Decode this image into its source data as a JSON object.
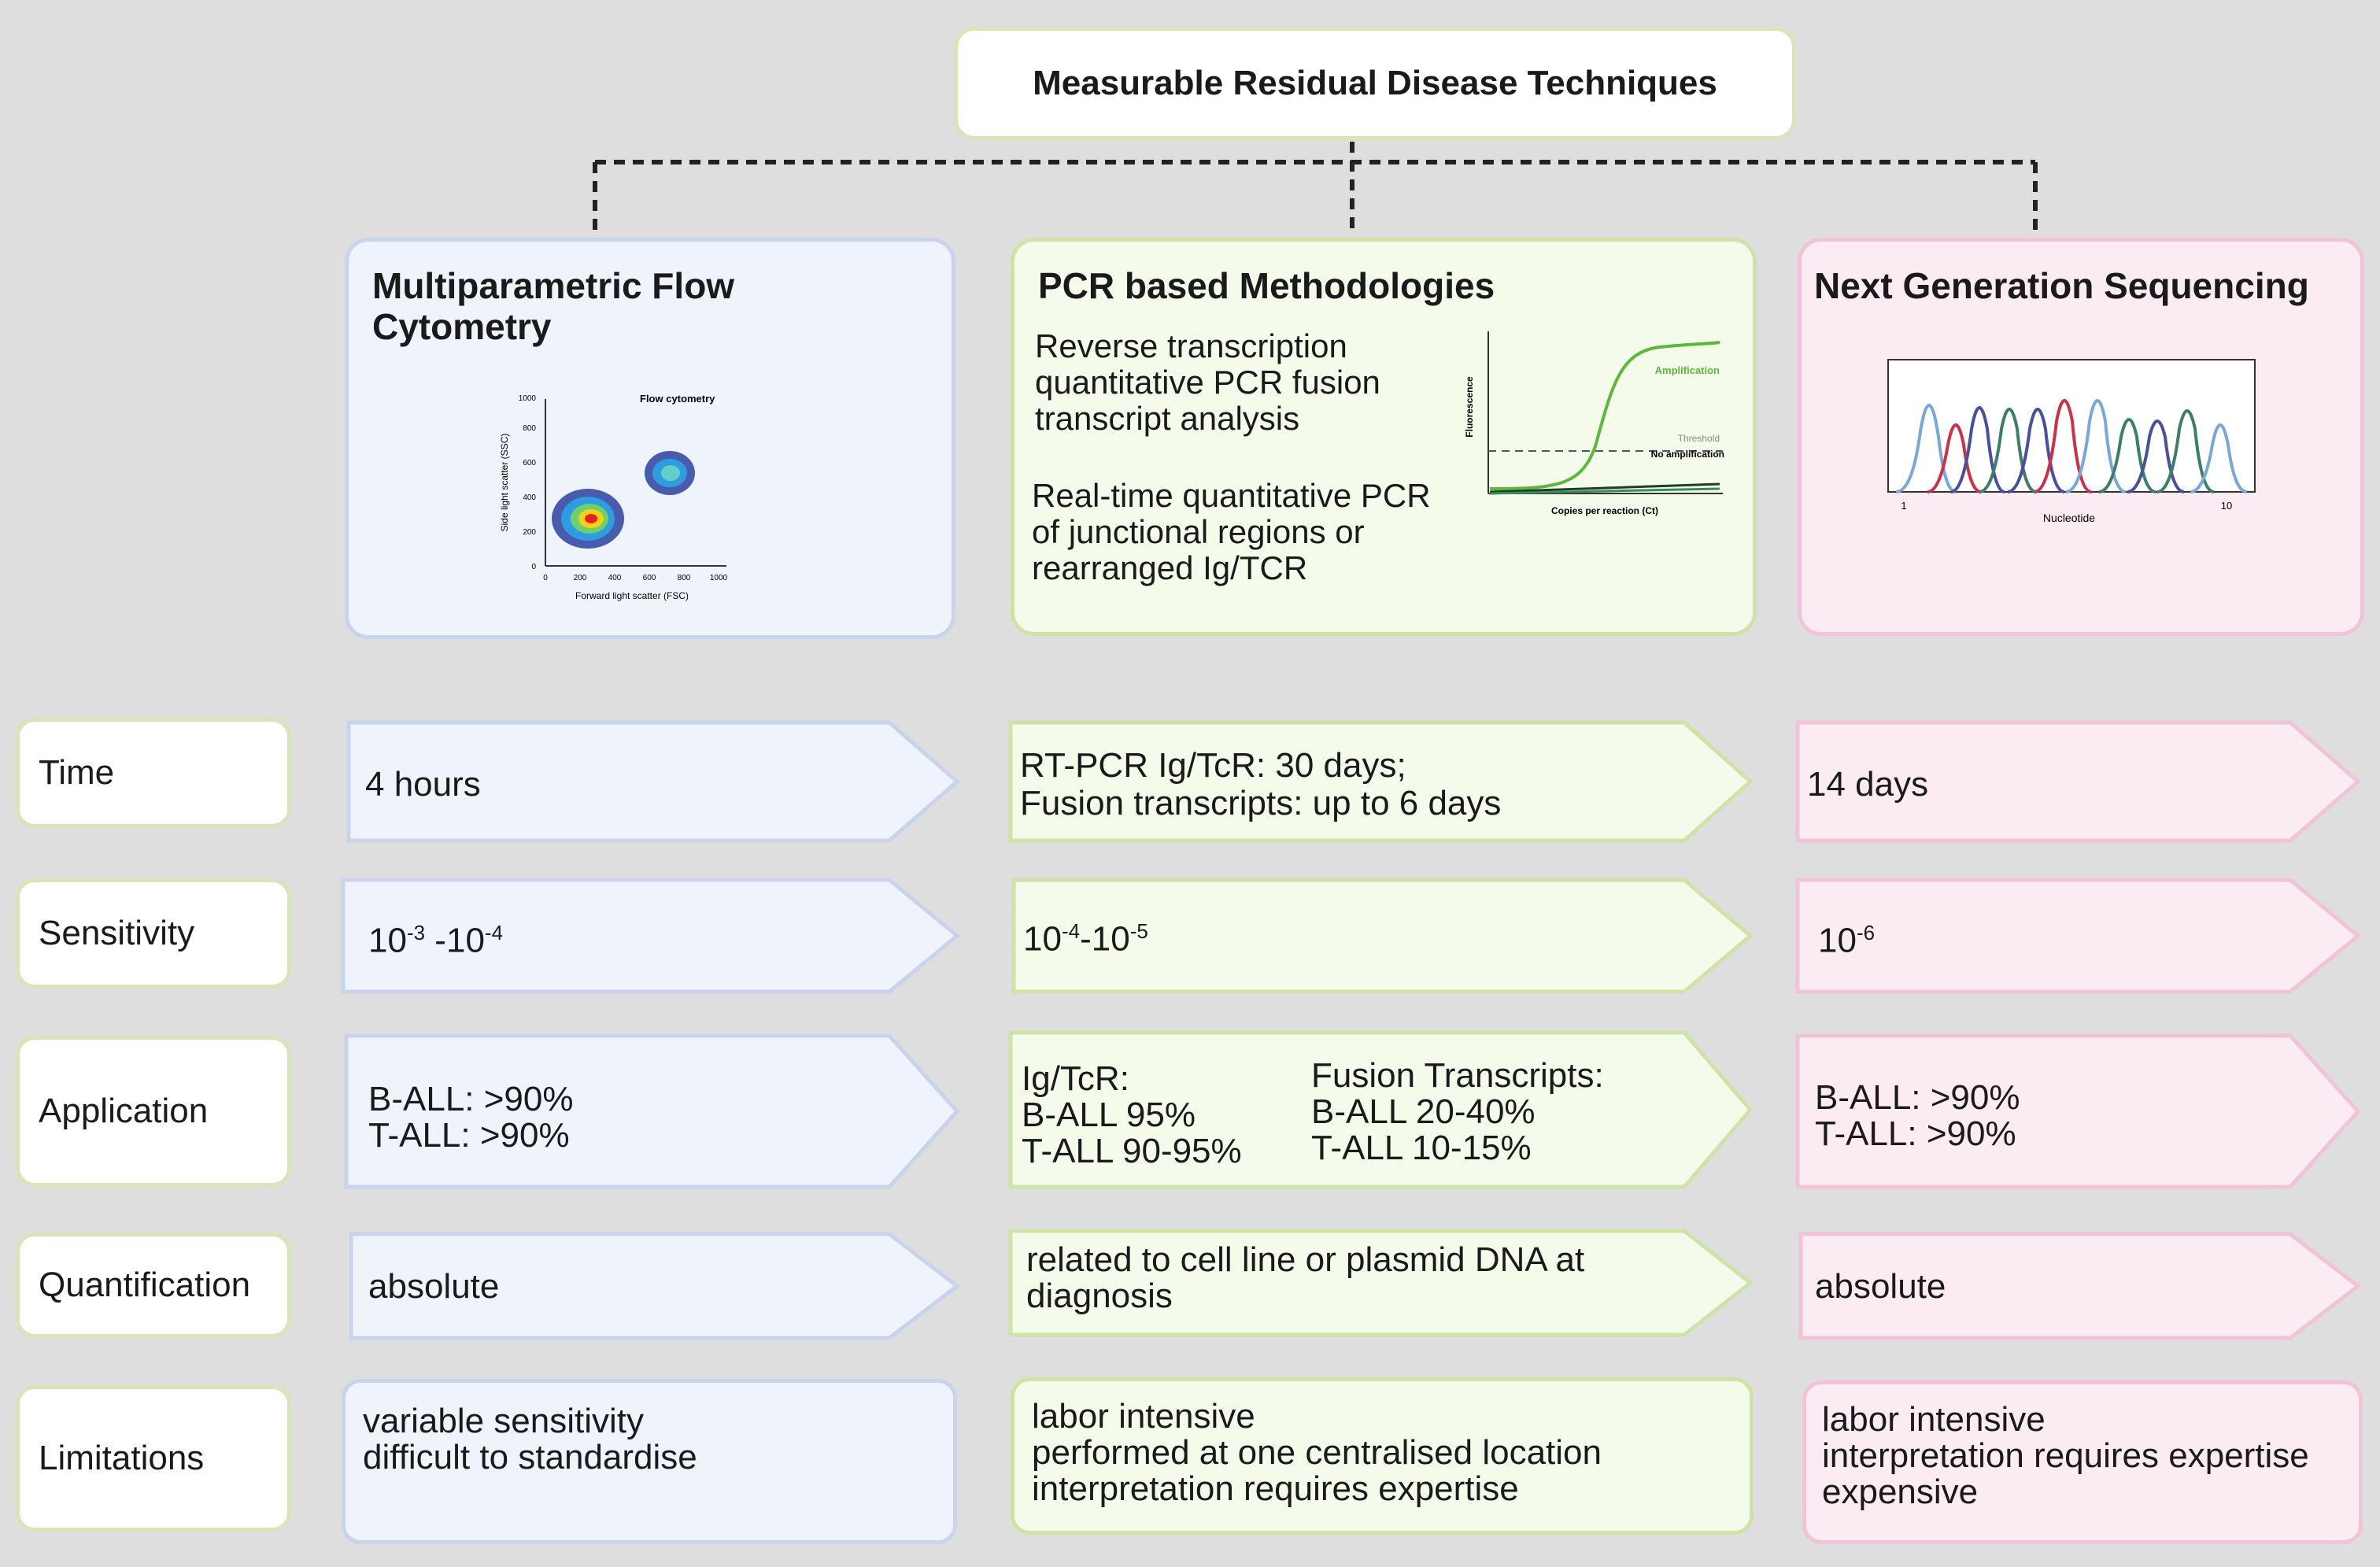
{
  "title": "Measurable Residual Disease Techniques",
  "methods": {
    "flow": {
      "title": "Multiparametric Flow Cytometry",
      "plot_title": "Flow cytometry",
      "y_label": "Side light scatter (SSC)",
      "x_label": "Forward light scatter (FSC)",
      "x_ticks": [
        "0",
        "200",
        "400",
        "600",
        "800",
        "1000"
      ],
      "y_ticks": [
        "0",
        "200",
        "400",
        "600",
        "800",
        "1000"
      ]
    },
    "pcr": {
      "title": "PCR based Methodologies",
      "text1": [
        "Reverse transcription",
        "quantitative PCR fusion",
        "transcript analysis"
      ],
      "text2": [
        "Real-time quantitative PCR",
        "of junctional regions or",
        "rearranged Ig/TCR"
      ],
      "amp_label": "Amplification",
      "threshold_label": "Threshold",
      "no_amp_label": "No amplification",
      "y_label": "Fluorescence",
      "x_label": "Copies per reaction (Ct)"
    },
    "ngs": {
      "title": "Next Generation Sequencing",
      "x_label": "Nucleotide",
      "x_tick_left": "1",
      "x_tick_right": "10"
    }
  },
  "rows": {
    "time": {
      "label": "Time",
      "flow": "4 hours",
      "pcr_line1": "RT-PCR Ig/TcR: 30 days;",
      "pcr_line2": "Fusion transcripts: up to 6 days",
      "ngs": "14 days"
    },
    "sensitivity": {
      "label": "Sensitivity",
      "flow": {
        "b1": "10",
        "e1": "-3",
        "sep": " -",
        "b2": "10",
        "e2": "-4"
      },
      "pcr": {
        "b1": "10",
        "e1": "-4",
        "sep": "-",
        "b2": "10",
        "e2": "-5"
      },
      "ngs": {
        "b1": "10",
        "e1": "-6"
      }
    },
    "application": {
      "label": "Application",
      "flow_line1": "B-ALL: >90%",
      "flow_line2": "T-ALL: >90%",
      "pcr_left": [
        "Ig/TcR:",
        "B-ALL 95%",
        "T-ALL 90-95%"
      ],
      "pcr_right": [
        "Fusion Transcripts:",
        "B-ALL 20-40%",
        "T-ALL 10-15%"
      ],
      "ngs_line1": "B-ALL: >90%",
      "ngs_line2": "T-ALL: >90%"
    },
    "quantification": {
      "label": "Quantification",
      "flow": "absolute",
      "pcr_line1": "related to cell line or plasmid DNA at",
      "pcr_line2": "diagnosis",
      "ngs": "absolute"
    },
    "limitations": {
      "label": "Limitations",
      "flow": [
        "variable sensitivity",
        "difficult to standardise"
      ],
      "pcr": [
        "labor intensive",
        "performed at one centralised location",
        "interpretation requires expertise"
      ],
      "ngs": [
        "labor intensive",
        "interpretation requires expertise",
        "expensive"
      ]
    }
  },
  "colors": {
    "flow_fill": "#eef3fc",
    "flow_border": "#c8d3ec",
    "pcr_fill": "#f5fbeb",
    "pcr_border": "#cfe3a8",
    "ngs_fill": "#fbebf2",
    "ngs_border": "#f0c3d8",
    "label_border": "#d6e6b8",
    "amplification_green": "#5cb83a",
    "ngs_peaks": [
      "#7aa6d8",
      "#c8334a",
      "#3e7d6b",
      "#4a4f9c"
    ]
  }
}
